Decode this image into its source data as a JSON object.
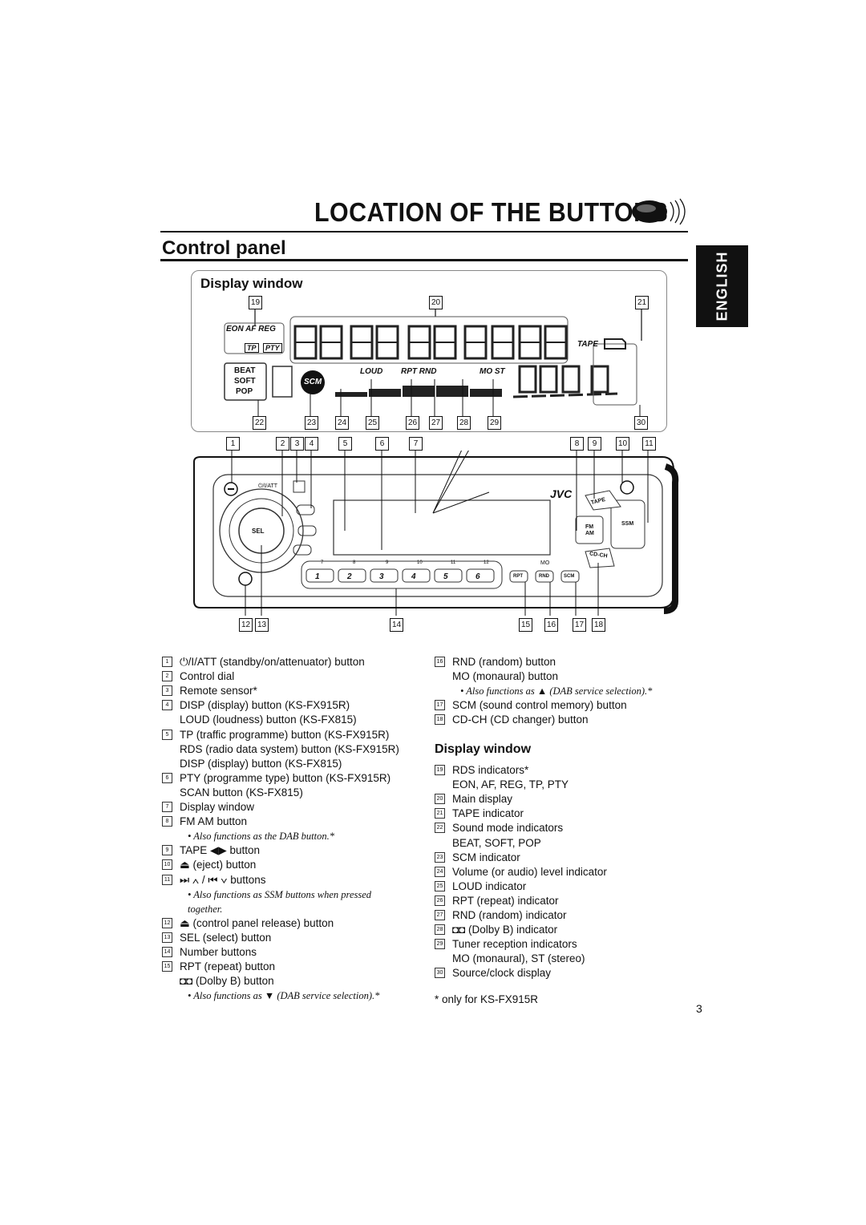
{
  "page": {
    "title": "LOCATION OF THE BUTTONS",
    "section": "Control panel",
    "language_tab": "ENGLISH",
    "page_number": "3",
    "subheading_display": "Display window",
    "display_diagram_label": "Display window"
  },
  "display_lcd": {
    "rds": "EON AF REG",
    "tp": "TP",
    "pty": "PTY",
    "tape": "TAPE",
    "beat": "BEAT",
    "soft": "SOFT",
    "pop": "POP",
    "scm": "SCM",
    "loud": "LOUD",
    "rpt_rnd": "RPT RND",
    "mo_st": "MO ST"
  },
  "panel_labels": {
    "brand": "JVC",
    "sel": "SEL",
    "att": "⏻/I/ATT",
    "tape": "TAPE",
    "fm_am": "FM\nAM",
    "ssm": "SSM",
    "cd_ch": "CD-CH",
    "rpt": "RPT",
    "rnd": "RND",
    "scm": "SCM",
    "mo": "MO",
    "presets": [
      "1",
      "2",
      "3",
      "4",
      "5",
      "6"
    ],
    "preset_top": [
      "7",
      "8",
      "9",
      "10",
      "11",
      "12"
    ]
  },
  "callouts": {
    "top": [
      "19",
      "20",
      "21"
    ],
    "lcd_bottom": [
      "22",
      "23",
      "24",
      "25",
      "26",
      "27",
      "28",
      "29",
      "30"
    ],
    "panel_top": [
      "1",
      "2",
      "3",
      "4",
      "5",
      "6",
      "7",
      "8",
      "9",
      "10",
      "11"
    ],
    "panel_bottom": [
      "12",
      "13",
      "14",
      "15",
      "16",
      "17",
      "18"
    ]
  },
  "left_list": [
    {
      "n": "1",
      "text": "⏻/I/ATT  (standby/on/attenuator) button"
    },
    {
      "n": "2",
      "text": "Control dial"
    },
    {
      "n": "3",
      "text": "Remote sensor*"
    },
    {
      "n": "4",
      "text": "DISP (display) button (KS-FX915R)"
    },
    {
      "n": "",
      "text": "LOUD (loudness) button (KS-FX815)"
    },
    {
      "n": "5",
      "text": "TP (traffic programme) button (KS-FX915R)"
    },
    {
      "n": "",
      "text": "RDS (radio data system) button (KS-FX915R)"
    },
    {
      "n": "",
      "text": "DISP (display) button (KS-FX815)"
    },
    {
      "n": "6",
      "text": "PTY (programme type) button (KS-FX915R)"
    },
    {
      "n": "",
      "text": "SCAN button (KS-FX815)"
    },
    {
      "n": "7",
      "text": "Display window"
    },
    {
      "n": "8",
      "text": "FM AM button"
    },
    {
      "n": "",
      "text": "•  Also functions as the DAB button.*",
      "note": true
    },
    {
      "n": "9",
      "text": "TAPE ◀▶ button"
    },
    {
      "n": "10",
      "text": "⏏ (eject) button"
    },
    {
      "n": "11",
      "text": "⏭ ∧ / ⏮ ∨  buttons"
    },
    {
      "n": "",
      "text": "•  Also functions as SSM buttons when pressed",
      "note": true
    },
    {
      "n": "",
      "text": "   together.",
      "note": true
    },
    {
      "n": "12",
      "text": "⏏  (control panel release) button"
    },
    {
      "n": "13",
      "text": "SEL (select) button"
    },
    {
      "n": "14",
      "text": "Number buttons"
    },
    {
      "n": "15",
      "text": "RPT (repeat) button"
    },
    {
      "n": "",
      "text": "◘◘ (Dolby B) button"
    },
    {
      "n": "",
      "text": "• Also functions as ▼ (DAB service selection).*",
      "note": true
    }
  ],
  "right_list_a": [
    {
      "n": "16",
      "text": "RND (random) button"
    },
    {
      "n": "",
      "text": "MO (monaural) button"
    },
    {
      "n": "",
      "text": "•  Also functions as ▲ (DAB service selection).*",
      "note": true
    },
    {
      "n": "17",
      "text": "SCM (sound control memory) button"
    },
    {
      "n": "18",
      "text": "CD-CH (CD changer) button"
    }
  ],
  "right_list_b": [
    {
      "n": "19",
      "text": "RDS indicators*"
    },
    {
      "n": "",
      "text": "EON, AF, REG, TP, PTY"
    },
    {
      "n": "20",
      "text": "Main display"
    },
    {
      "n": "21",
      "text": "TAPE indicator"
    },
    {
      "n": "22",
      "text": "Sound mode indicators"
    },
    {
      "n": "",
      "text": "BEAT, SOFT, POP"
    },
    {
      "n": "23",
      "text": "SCM indicator"
    },
    {
      "n": "24",
      "text": "Volume (or audio) level indicator"
    },
    {
      "n": "25",
      "text": "LOUD indicator"
    },
    {
      "n": "26",
      "text": "RPT (repeat) indicator"
    },
    {
      "n": "27",
      "text": "RND (random) indicator"
    },
    {
      "n": "28",
      "text": "◘◘  (Dolby B) indicator"
    },
    {
      "n": "29",
      "text": "Tuner reception indicators"
    },
    {
      "n": "",
      "text": "MO (monaural), ST (stereo)"
    },
    {
      "n": "30",
      "text": "Source/clock display"
    }
  ],
  "footnote": "*    only for KS-FX915R"
}
